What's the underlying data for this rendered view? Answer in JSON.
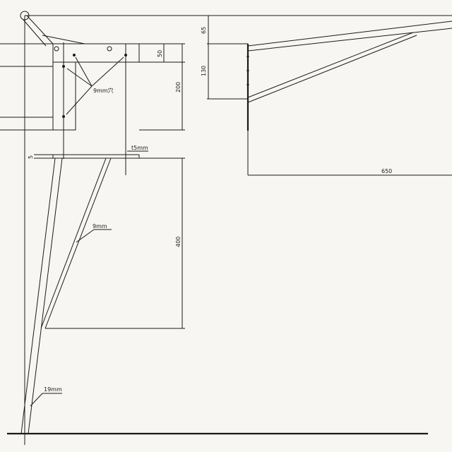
{
  "labels": {
    "dim_50": "50",
    "dim_200": "200",
    "hole_note": "9mm穴",
    "dim_65": "65",
    "dim_130": "130",
    "dim_650": "650",
    "plate_thickness": "t5mm",
    "dim_5": "5",
    "brace_dia": "9mm",
    "dim_400": "400",
    "leg_dia": "19mm"
  }
}
